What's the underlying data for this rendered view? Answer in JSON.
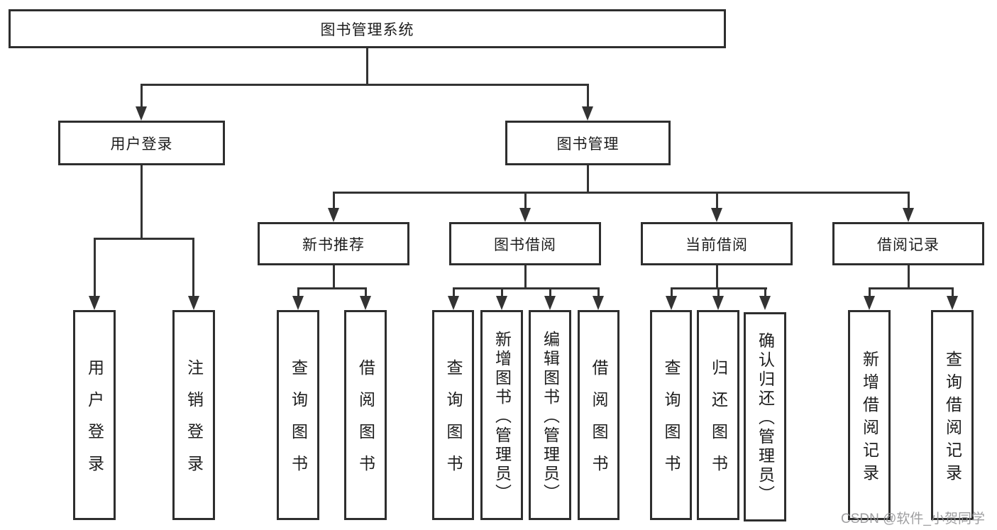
{
  "diagram": {
    "root": {
      "label": "图书管理系统"
    },
    "user_login": {
      "label": "用户登录",
      "children": [
        {
          "label": "用户登录"
        },
        {
          "label": "注销登录"
        }
      ]
    },
    "book_manage": {
      "label": "图书管理"
    },
    "new_books": {
      "label": "新书推荐",
      "children": [
        {
          "label": "查询图书"
        },
        {
          "label": "借阅图书"
        }
      ]
    },
    "book_borrow": {
      "label": "图书借阅",
      "children": [
        {
          "label": "查询图书"
        },
        {
          "label": "新增图书（管理员）"
        },
        {
          "label": "编辑图书（管理员）"
        },
        {
          "label": "借阅图书"
        }
      ]
    },
    "current_borrow": {
      "label": "当前借阅",
      "children": [
        {
          "label": "查询图书"
        },
        {
          "label": "归还图书"
        },
        {
          "label": "确认归还（管理员）"
        }
      ]
    },
    "borrow_records": {
      "label": "借阅记录",
      "children": [
        {
          "label": "新增借阅记录"
        },
        {
          "label": "查询借阅记录"
        }
      ]
    }
  },
  "watermark": {
    "text": "CSDN @软件_小贺同学"
  },
  "colors": {
    "line": "#333333",
    "border": "#2e2e2e",
    "text": "#1d1d1d",
    "watermark": "#949496",
    "background": "#ffffff"
  }
}
